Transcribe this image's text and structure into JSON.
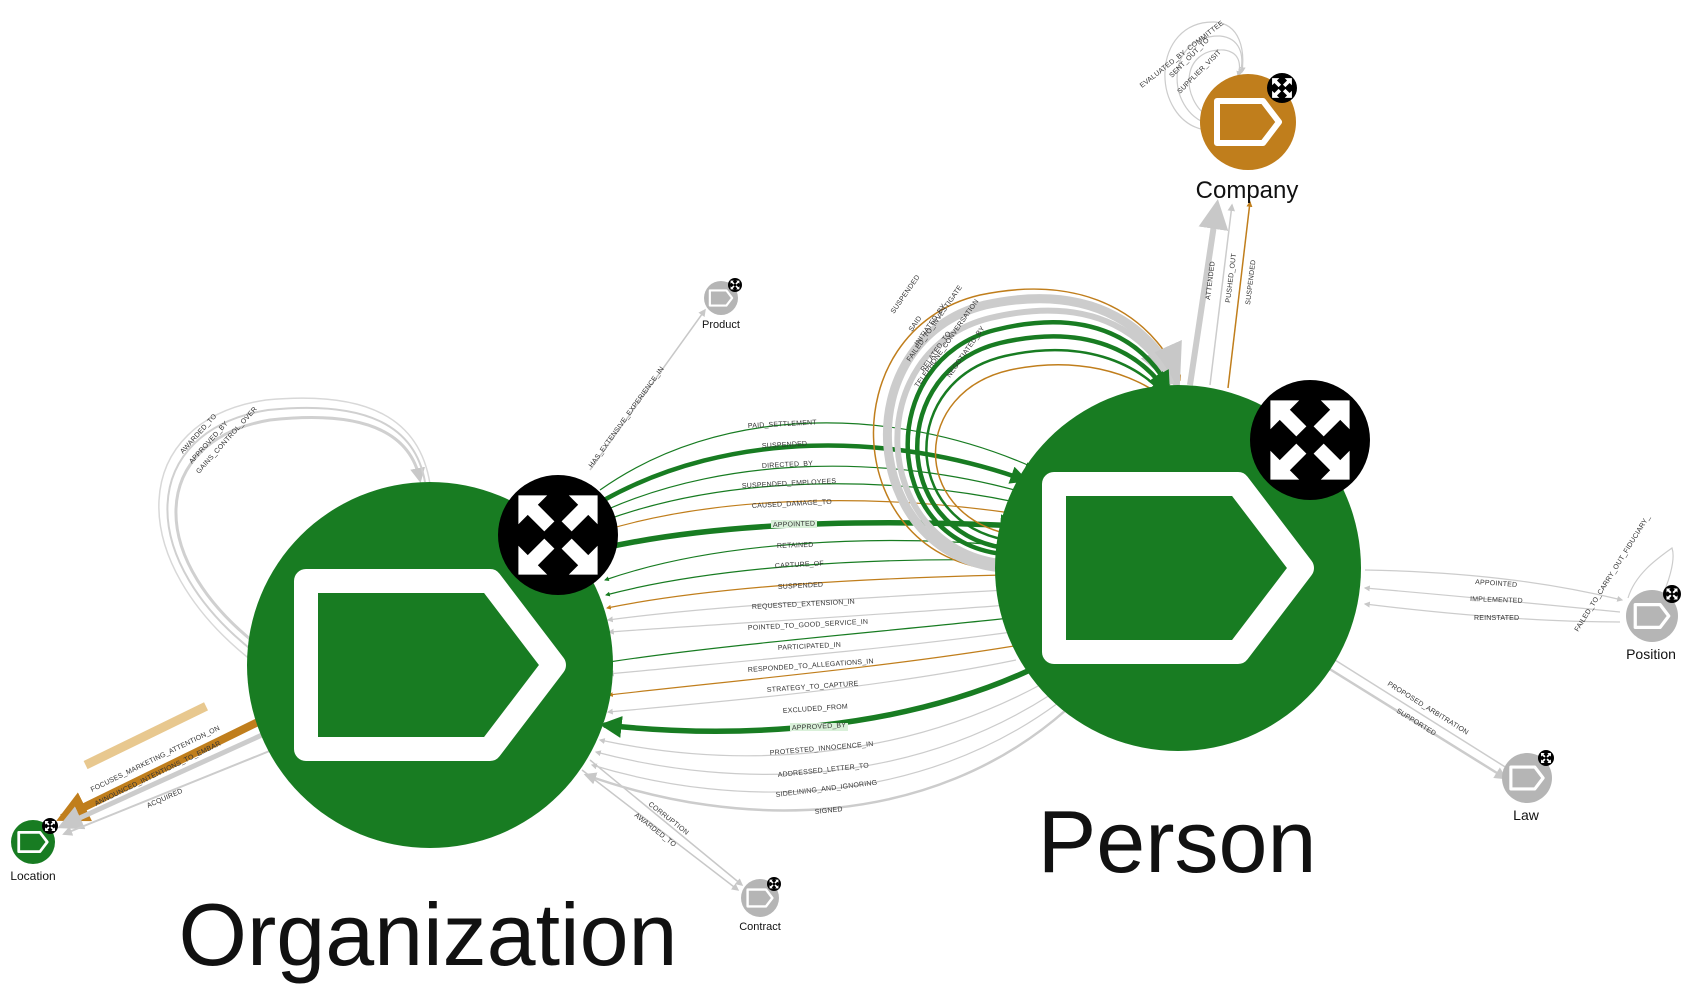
{
  "colors": {
    "green": "#187c22",
    "orange": "#c07e1c",
    "gray": "#b5b5b5",
    "edge_gray": "#c8c8c8",
    "expand_badge": "#000000"
  },
  "nodes": {
    "organization": {
      "label": "Organization",
      "icon": "tag-icon",
      "color": "green"
    },
    "person": {
      "label": "Person",
      "icon": "tag-icon",
      "color": "green"
    },
    "company": {
      "label": "Company",
      "icon": "tag-icon",
      "color": "orange"
    },
    "product": {
      "label": "Product",
      "icon": "tag-icon",
      "color": "gray"
    },
    "location": {
      "label": "Location",
      "icon": "tag-icon",
      "color": "green"
    },
    "contract": {
      "label": "Contract",
      "icon": "tag-icon",
      "color": "gray"
    },
    "position": {
      "label": "Position",
      "icon": "tag-icon",
      "color": "gray"
    },
    "law": {
      "label": "Law",
      "icon": "tag-icon",
      "color": "gray"
    }
  },
  "edges": {
    "org_self": [
      "AWARDED_TO",
      "APPROVED_BY",
      "GAINS_CONTROL_OVER"
    ],
    "org_product": "HAS_EXTENSIVE_EXPERIENCE_IN",
    "org_location": [
      "FOCUSES_MARKETING_ATTENTION_ON",
      "ANNOUNCED_INTENTIONS_TO_EMBAR",
      "ACQUIRED"
    ],
    "org_contract": [
      "CORRUPTION",
      "AWARDED_TO"
    ],
    "org_to_person": [
      "PAID_SETTLEMENT",
      "SUSPENDED",
      "DIRECTED_BY",
      "SUSPENDED_EMPLOYEES",
      "CAUSED_DAMAGE_TO",
      "APPOINTED"
    ],
    "person_to_org": [
      "RETAINED",
      "CAPTURE_OF",
      "SUSPENDED",
      "REQUESTED_EXTENSION_IN",
      "POINTED_TO_GOOD_SERVICE_IN",
      "PARTICIPATED_IN",
      "RESPONDED_TO_ALLEGATIONS_IN",
      "STRATEGY_TO_CAPTURE",
      "EXCLUDED_FROM",
      "APPROVED_BY",
      "PROTESTED_INNOCENCE_IN",
      "ADDRESSED_LETTER_TO",
      "SIDELINING_AND_IGNORING",
      "SIGNED"
    ],
    "person_self": [
      "SUSPENDED",
      "SAID",
      "INITIATED_BY",
      "FAILED_TO_INVESTIGATE",
      "RELATED_TO",
      "TELEPHONE_CONVERSATION",
      "NEGOTIATED_BY"
    ],
    "person_company": [
      "ATTENDED",
      "PUSHED_OUT",
      "SUSPENDED"
    ],
    "company_self": [
      "EVALUATED_BY_COMMITTEE",
      "SENT_OUT_TO",
      "SUPPLIER_VISIT"
    ],
    "person_position": [
      "APPOINTED",
      "IMPLEMENTED",
      "REINSTATED"
    ],
    "position_self": [
      "FAILED_TO_CARRY_OUT_FIDUCIARY_"
    ],
    "person_law": [
      "PROPOSED_ARBITRATION",
      "SUPPORTED"
    ]
  }
}
